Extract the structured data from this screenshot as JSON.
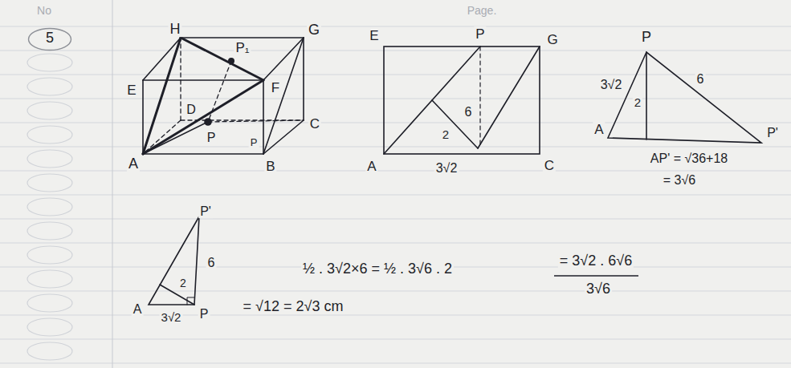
{
  "diagram": {
    "nodes": [
      {
        "text": [
          "5"
        ]
      }
    ],
    "labels": [
      "No",
      "Page.",
      "H",
      "P₁",
      "G",
      "E",
      "F",
      "D",
      "P",
      "C",
      "P",
      "A",
      "B",
      "E",
      "P",
      "G",
      "6",
      "2",
      "A",
      "3√2",
      "C",
      "P",
      "3√2",
      "2",
      "6",
      "A",
      "P'",
      "AP' = √36+18",
      "= 3√6",
      "P'",
      "6",
      "2",
      "A",
      "3√2",
      "P",
      "½ . 3√2×6 = ½ . 3√6 . 2",
      "= 3√2 . 6√6",
      "3√6",
      "= √12 = 2√3 cm"
    ]
  }
}
